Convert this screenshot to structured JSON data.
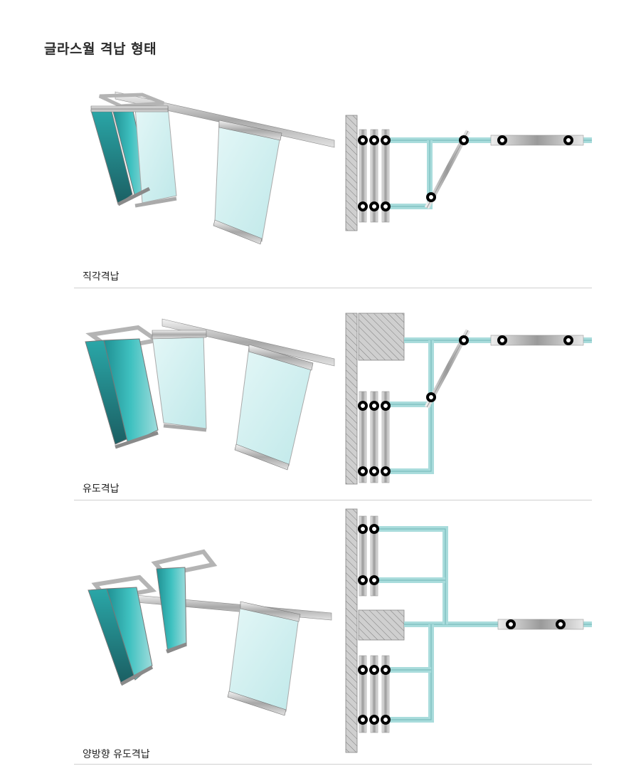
{
  "page": {
    "title": "글라스월 격납 형태"
  },
  "sections": [
    {
      "caption": "직각격납"
    },
    {
      "caption": "유도격납"
    },
    {
      "caption": "양방향 유도격납"
    }
  ],
  "colors": {
    "glass_teal": "#3fc1c0",
    "glass_light": "#cfeff0",
    "track_cyan": "#a9dcdc",
    "frame_silver": "#c7c7c7",
    "hatch_gray": "#c9c9c9",
    "pivot_black": "#000000"
  }
}
